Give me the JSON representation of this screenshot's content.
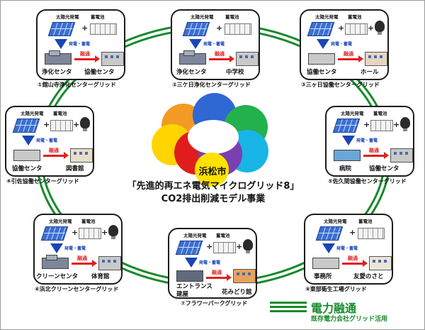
{
  "common": {
    "solar_label": "太陽光発電",
    "battery_label": "蓄電池",
    "gen_label": "発電・蓄電",
    "yuzu_label": "融通"
  },
  "center": {
    "city": "浜松市",
    "title_line1": "「先進的再エネ電気マイクログリッド8」",
    "title_line2": "CO2排出削減モデル事業",
    "circle_colors": [
      "#f39a25",
      "#2f67d4",
      "#22b14c",
      "#ffd400",
      "#e01d1d",
      "#18b5e6",
      "#7a3fb0"
    ]
  },
  "grids": [
    {
      "name": "①舘山寺浄化センターグリッド",
      "source": "浄化センタ",
      "dest": "協働センタ",
      "led": false
    },
    {
      "name": "②三ケ日浄化センターグリッド",
      "source": "浄化センタ",
      "dest": "中学校",
      "led": false
    },
    {
      "name": "③三ヶ日協働センターグリッド",
      "source": "協働センタ",
      "dest": "ホール",
      "led": true
    },
    {
      "name": "④引佐協働センターグリッド",
      "source": "協働センタ",
      "dest": "図書館",
      "led": true
    },
    {
      "name": "⑤佐久間協働センターグリッド",
      "source": "病院",
      "dest": "協働センタ",
      "led": true
    },
    {
      "name": "⑥浜北クリーンセンターグリッド",
      "source": "クリーンセンタ",
      "dest": "体育館",
      "led": true
    },
    {
      "name": "⑦フラワーパークグリッド",
      "source": "エントランス 建屋",
      "dest": "花みどり館",
      "led": true
    },
    {
      "name": "⑧東部衛生工場グリッド",
      "source": "事務所",
      "dest": "友愛のさと",
      "led": false
    }
  ],
  "legend": {
    "title": "電力融通",
    "subtitle": "既存電力会社グリッド活用",
    "color": "#178a2c"
  }
}
